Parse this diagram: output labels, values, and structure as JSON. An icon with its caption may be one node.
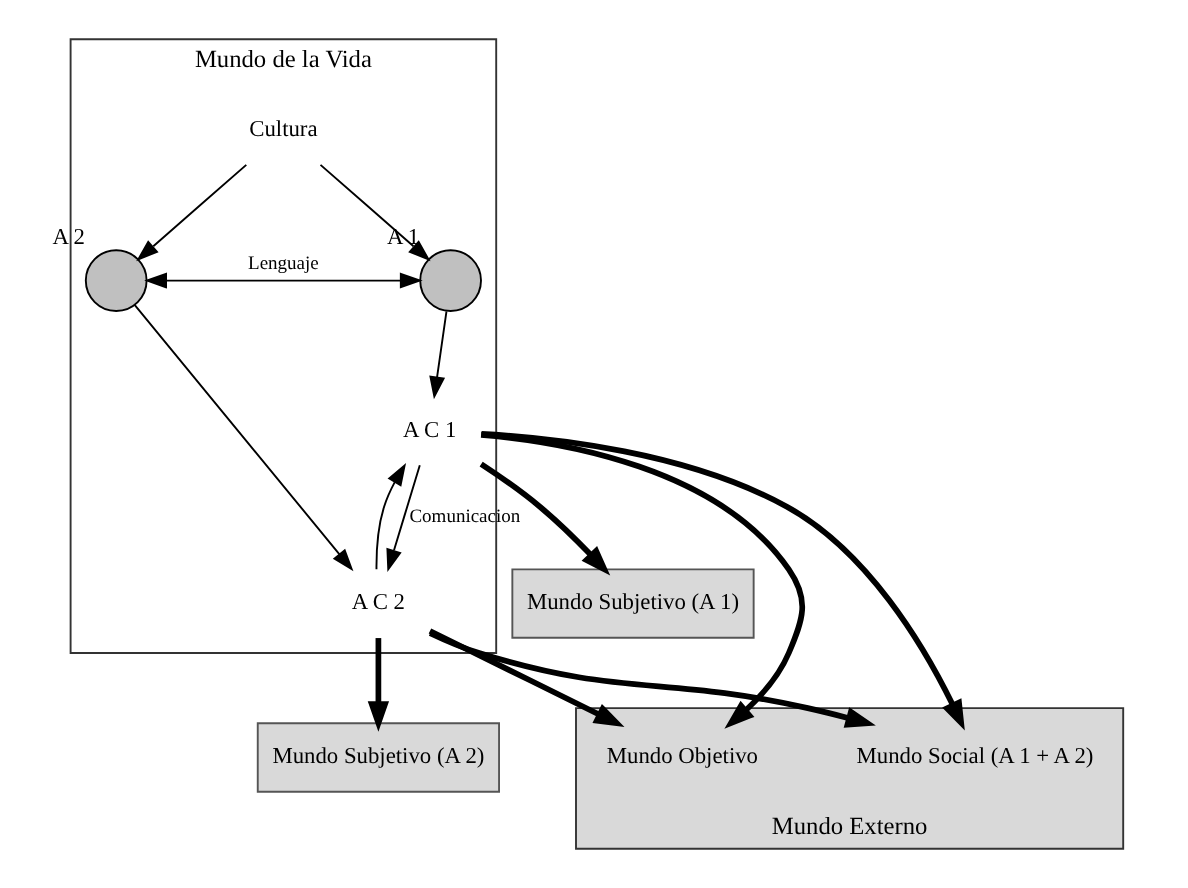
{
  "diagram": {
    "nodes": [
      {
        "text": [
          "Mundo de la Vida"
        ]
      },
      {
        "text": [
          "Cultura"
        ],
        "in": 0
      },
      {
        "text": [],
        "shape": "circle",
        "beside": [
          "A 1"
        ],
        "in": 0
      },
      {
        "text": [],
        "shape": "circle",
        "beside": [
          "A 2"
        ],
        "in": 0
      },
      {
        "text": [
          "A C 1"
        ],
        "in": 0
      },
      {
        "text": [
          "A C 2"
        ],
        "in": 0
      },
      {
        "text": [
          "Mundo Subjetivo (A 1)"
        ]
      },
      {
        "text": [
          "Mundo Subjetivo (A 2)"
        ]
      },
      {
        "text": [
          "Mundo Externo"
        ]
      },
      {
        "text": [
          "Mundo Objetivo"
        ],
        "in": 8
      },
      {
        "text": [
          "Mundo Social (A 1 + A 2)"
        ],
        "in": 8
      }
    ],
    "edges": [
      {
        "from": 1,
        "to": 2,
        "arrow": "to"
      },
      {
        "from": 1,
        "to": 3,
        "arrow": "to"
      },
      {
        "from": 2,
        "to": 3,
        "arrow": "both",
        "label": "Lenguaje"
      },
      {
        "from": 2,
        "to": 4,
        "arrow": "to"
      },
      {
        "from": 3,
        "to": 5,
        "arrow": "to"
      },
      {
        "from": 4,
        "to": 5,
        "arrow": "to",
        "label": "Comunicacion"
      },
      {
        "from": 5,
        "to": 4,
        "arrow": "to"
      },
      {
        "from": 4,
        "to": 6,
        "arrow": "to",
        "style": "thick"
      },
      {
        "from": 5,
        "to": 7,
        "arrow": "to",
        "style": "thick"
      },
      {
        "from": 4,
        "to": 9,
        "arrow": "to",
        "style": "thick"
      },
      {
        "from": 4,
        "to": 10,
        "arrow": "to",
        "style": "thick"
      },
      {
        "from": 5,
        "to": 9,
        "arrow": "to",
        "style": "thick"
      },
      {
        "from": 5,
        "to": 10,
        "arrow": "to",
        "style": "thick"
      }
    ]
  }
}
